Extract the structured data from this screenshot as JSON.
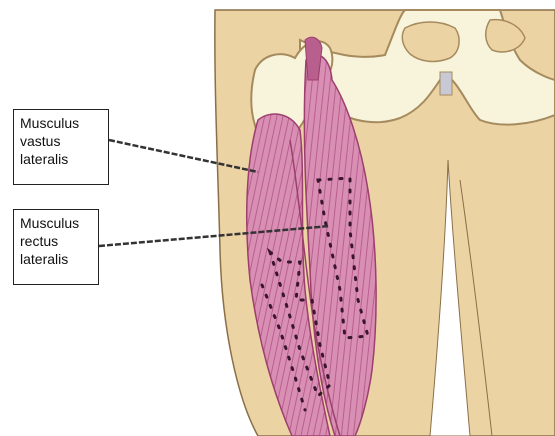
{
  "labels": {
    "vastus": {
      "lines": [
        "Musculus",
        "vastus",
        "lateralis"
      ]
    },
    "rectus": {
      "lines": [
        "Musculus",
        "rectus",
        "lateralis"
      ]
    }
  },
  "colors": {
    "skin": "#ecd3a4",
    "bone": "#f8f4dc",
    "bone_outline": "#a58a5e",
    "muscle": "#d98fb4",
    "muscle_stripe": "#b85f8e",
    "muscle_dark": "#9c3f6e",
    "body_outline": "#8a6f48"
  }
}
